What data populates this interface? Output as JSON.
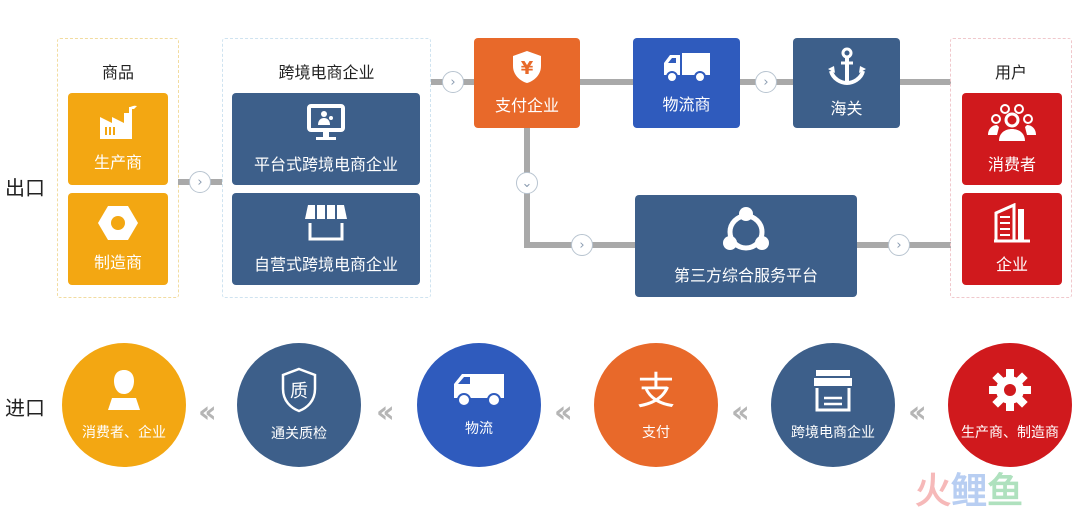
{
  "export": {
    "label": "出口",
    "goods": {
      "title": "商品",
      "items": [
        "生产商",
        "制造商"
      ]
    },
    "ecommerce": {
      "title": "跨境电商企业",
      "items": [
        "平台式跨境电商企业",
        "自营式跨境电商企业"
      ]
    },
    "payment": "支付企业",
    "logistics": "物流商",
    "customs": "海关",
    "third_party": "第三方综合服务平台",
    "users": {
      "title": "用户",
      "items": [
        "消费者",
        "企业"
      ]
    }
  },
  "import": {
    "label": "进口",
    "steps": [
      "消费者、企业",
      "通关质检",
      "物流",
      "支付",
      "跨境电商企业",
      "生产商、制造商"
    ]
  },
  "watermark": "火鲤鱼",
  "colors": {
    "yellow": "#f3a712",
    "navy": "#3d5f8a",
    "orange": "#e8692a",
    "blue": "#2f5bbd",
    "red": "#d0191d"
  }
}
